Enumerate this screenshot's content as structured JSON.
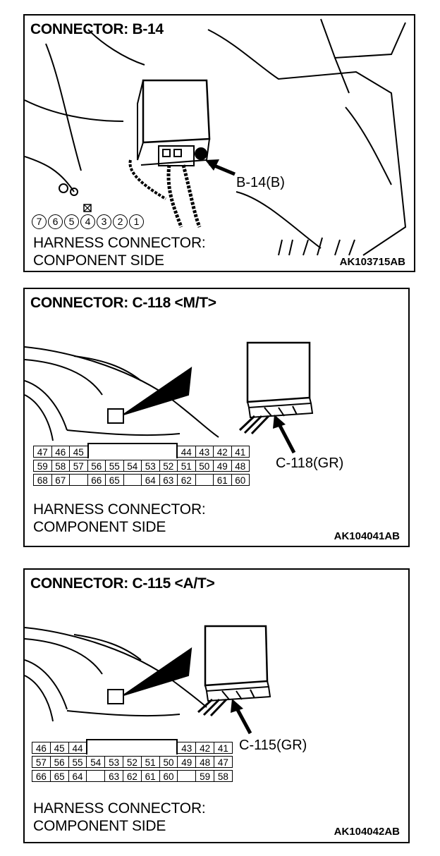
{
  "panels": [
    {
      "title": "CONNECTOR: B-14",
      "callout": "B-14(B)",
      "note_line1": "HARNESS CONNECTOR:",
      "note_line2": "CONPONENT SIDE",
      "code": "AK103715AB",
      "pins": [
        "7",
        "6",
        "5",
        "4",
        "3",
        "2",
        "1"
      ]
    },
    {
      "title": "CONNECTOR: C-118 <M/T>",
      "callout": "C-118(GR)",
      "note_line1": "HARNESS CONNECTOR:",
      "note_line2": "COMPONENT SIDE",
      "code": "AK104041AB",
      "rows": [
        [
          "47",
          "46",
          "45",
          "",
          "",
          "",
          "",
          "",
          "44",
          "43",
          "42",
          "41"
        ],
        [
          "59",
          "58",
          "57",
          "56",
          "55",
          "54",
          "53",
          "52",
          "51",
          "50",
          "49",
          "48"
        ],
        [
          "68",
          "67",
          "",
          "66",
          "65",
          "",
          "64",
          "63",
          "62",
          "",
          "61",
          "60"
        ]
      ]
    },
    {
      "title": "CONNECTOR: C-115 <A/T>",
      "callout": "C-115(GR)",
      "note_line1": "HARNESS CONNECTOR:",
      "note_line2": "COMPONENT SIDE",
      "code": "AK104042AB",
      "rows": [
        [
          "46",
          "45",
          "44",
          "",
          "",
          "",
          "",
          "",
          "43",
          "42",
          "41"
        ],
        [
          "57",
          "56",
          "55",
          "54",
          "53",
          "52",
          "51",
          "50",
          "49",
          "48",
          "47"
        ],
        [
          "66",
          "65",
          "64",
          "",
          "63",
          "62",
          "61",
          "60",
          "",
          "59",
          "58"
        ]
      ]
    }
  ]
}
